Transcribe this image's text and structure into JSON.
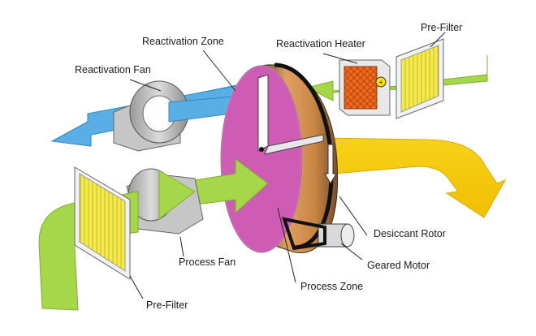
{
  "labels": {
    "reactivation_zone": "Reactivation Zone",
    "reactivation_heater": "Reactivation Heater",
    "pre_filter_top": "Pre-Filter",
    "reactivation_fan": "Reactivation Fan",
    "desiccant_rotor": "Desiccant Rotor",
    "geared_motor": "Geared Motor",
    "process_fan": "Process Fan",
    "process_zone": "Process Zone",
    "pre_filter_bottom": "Pre-Filter"
  },
  "colors": {
    "process_air": "#a6d64a",
    "reactivation_air": "#5aaee6",
    "dry_air_out": "#f5cf0a",
    "rotor_face": "#cf5cb4",
    "rotor_band": "#c98746",
    "heater_grid": "#f06a1e",
    "filter_media": "#f2ea4e"
  }
}
